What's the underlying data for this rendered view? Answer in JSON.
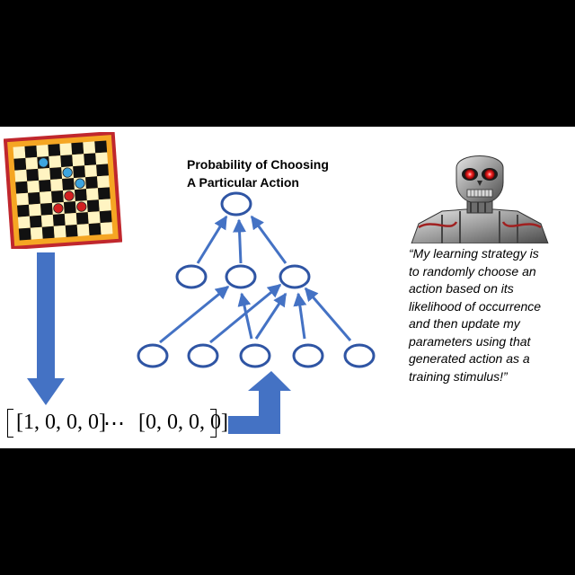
{
  "diagram_title": {
    "line1": "Probability of Choosing",
    "line2": "A Particular Action"
  },
  "action_vectors": {
    "first": "[1, 0, 0, 0]",
    "ellipsis": "⋯",
    "last": "[0, 0, 0, 0]"
  },
  "quote": {
    "line1": "“My learning strategy is",
    "line2": "to randomly choose an",
    "line3": "action based on its",
    "line4": "likelihood of occurrence",
    "line5": "and then update my",
    "line6": "parameters using that",
    "line7": "generated action as a",
    "line8": "training stimulus!”"
  },
  "colors": {
    "arrow_blue": "#4472C4",
    "node_stroke": "#2F55A4",
    "board_red": "#C0272D",
    "board_frame": "#F5A623",
    "board_dark": "#111111",
    "board_light": "#FFF4C2",
    "piece_blue": "#3DA5E0",
    "piece_red": "#D42020"
  },
  "icons": {
    "board": "checkers-board-icon",
    "robot": "robot-skull-icon"
  }
}
